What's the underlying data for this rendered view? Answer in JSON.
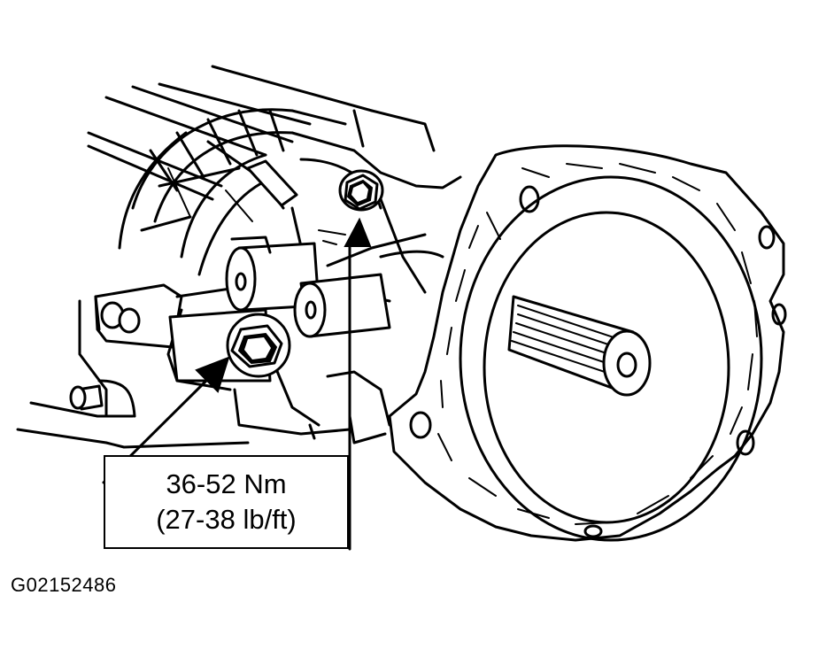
{
  "torque_callout": {
    "metric": "36-52 Nm",
    "imperial": "(27-38 lb/ft)"
  },
  "figure_code": "G02152486",
  "colors": {
    "ink": "#000000",
    "paper": "#ffffff"
  },
  "icons": [
    "bolt-icon",
    "arrow-icon"
  ]
}
